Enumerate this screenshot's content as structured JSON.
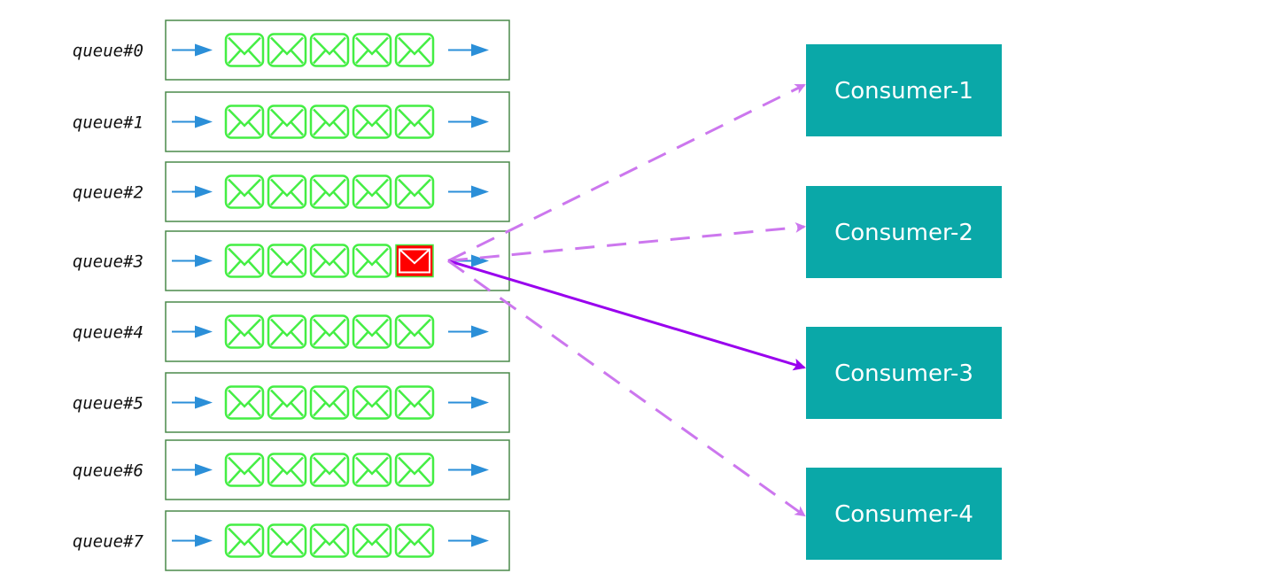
{
  "queues": [
    {
      "label": "queue#0"
    },
    {
      "label": "queue#1"
    },
    {
      "label": "queue#2"
    },
    {
      "label": "queue#3"
    },
    {
      "label": "queue#4"
    },
    {
      "label": "queue#5"
    },
    {
      "label": "queue#6"
    },
    {
      "label": "queue#7"
    }
  ],
  "messages_per_queue": 5,
  "highlight": {
    "queue_index": 3,
    "message_index": 4
  },
  "consumers": [
    {
      "label": "Consumer-1",
      "link": "dashed"
    },
    {
      "label": "Consumer-2",
      "link": "dashed"
    },
    {
      "label": "Consumer-3",
      "link": "solid"
    },
    {
      "label": "Consumer-4",
      "link": "dashed"
    }
  ],
  "colors": {
    "queue_border": "#4a8a4a",
    "message": "#44ee44",
    "message_highlight_fill": "#ff0000",
    "message_highlight_border": "#44ee44",
    "flow_arrow": "#2b8fd8",
    "consumer_fill": "#0aa8a8",
    "consumer_text": "#ffffff",
    "dashed_link": "#cc77ee",
    "solid_link": "#9900ee"
  },
  "icons": {
    "message": "envelope-icon",
    "flow": "arrow-right-icon"
  }
}
